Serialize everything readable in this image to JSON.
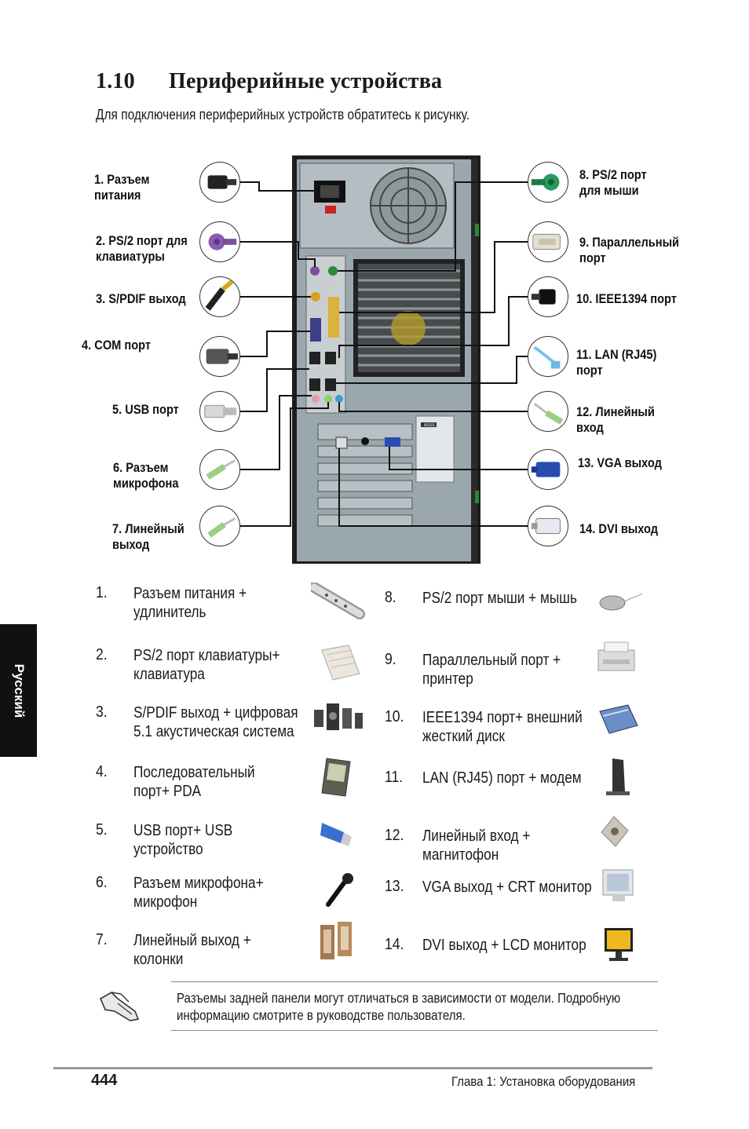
{
  "section": {
    "number": "1.10",
    "title": "Периферийные устройства"
  },
  "intro": "Для подключения периферийных устройств обратитесь к рисунку.",
  "side_tab": "Русский",
  "diagram": {
    "left_labels": [
      "1. Разъем\nпитания",
      "2. PS/2 порт для\nклавиатуры",
      "3. S/PDIF выход",
      "4. COM порт",
      "5. USB порт",
      "6. Разъем\nмикрофона",
      "7. Линейный\nвыход"
    ],
    "right_labels": [
      "8. PS/2 порт\nдля мыши",
      "9. Параллельный\nпорт",
      "10. IEEE1394 порт",
      "11. LAN (RJ45)\nпорт",
      "12. Линейный\nвход",
      "13. VGA выход",
      "14. DVI выход"
    ],
    "case_badge": "ASUS"
  },
  "items": [
    {
      "num": "1.",
      "text": "Разъем питания +\nудлинитель",
      "icon": "power-strip-icon"
    },
    {
      "num": "2.",
      "text": "PS/2 порт клавиатуры+\nклавиатура",
      "icon": "keyboard-icon"
    },
    {
      "num": "3.",
      "text": "S/PDIF выход + цифровая\n5.1 акустическая система",
      "icon": "speaker-system-icon"
    },
    {
      "num": "4.",
      "text": "Последовательный\nпорт+ PDA",
      "icon": "pda-icon"
    },
    {
      "num": "5.",
      "text": "USB порт+ USB\nустройство",
      "icon": "usb-drive-icon"
    },
    {
      "num": "6.",
      "text": "Разъем микрофона+\nмикрофон",
      "icon": "microphone-icon"
    },
    {
      "num": "7.",
      "text": "Линейный выход +\nколонки",
      "icon": "speakers-icon"
    },
    {
      "num": "8.",
      "text": "PS/2 порт мыши  + мышь",
      "icon": "mouse-icon"
    },
    {
      "num": "9.",
      "text": "Параллельный порт +\nпринтер",
      "icon": "printer-icon"
    },
    {
      "num": "10.",
      "text": "IEEE1394 порт+ внешний\nжесткий диск",
      "icon": "external-hdd-icon"
    },
    {
      "num": "11.",
      "text": "LAN (RJ45) порт + модем",
      "icon": "modem-icon"
    },
    {
      "num": "12.",
      "text": "Линейный вход +\nмагнитофон",
      "icon": "tape-recorder-icon"
    },
    {
      "num": "13.",
      "text": "VGA выход + CRT монитор",
      "icon": "crt-monitor-icon"
    },
    {
      "num": "14.",
      "text": "DVI выход + LCD монитор",
      "icon": "lcd-monitor-icon"
    }
  ],
  "note": "Разъемы задней панели могут отличаться в зависимости от модели. Подробную\nинформацию смотрите в руководстве пользователя.",
  "footer": {
    "page": "444",
    "chapter": "Глава 1: Установка оборудования"
  }
}
